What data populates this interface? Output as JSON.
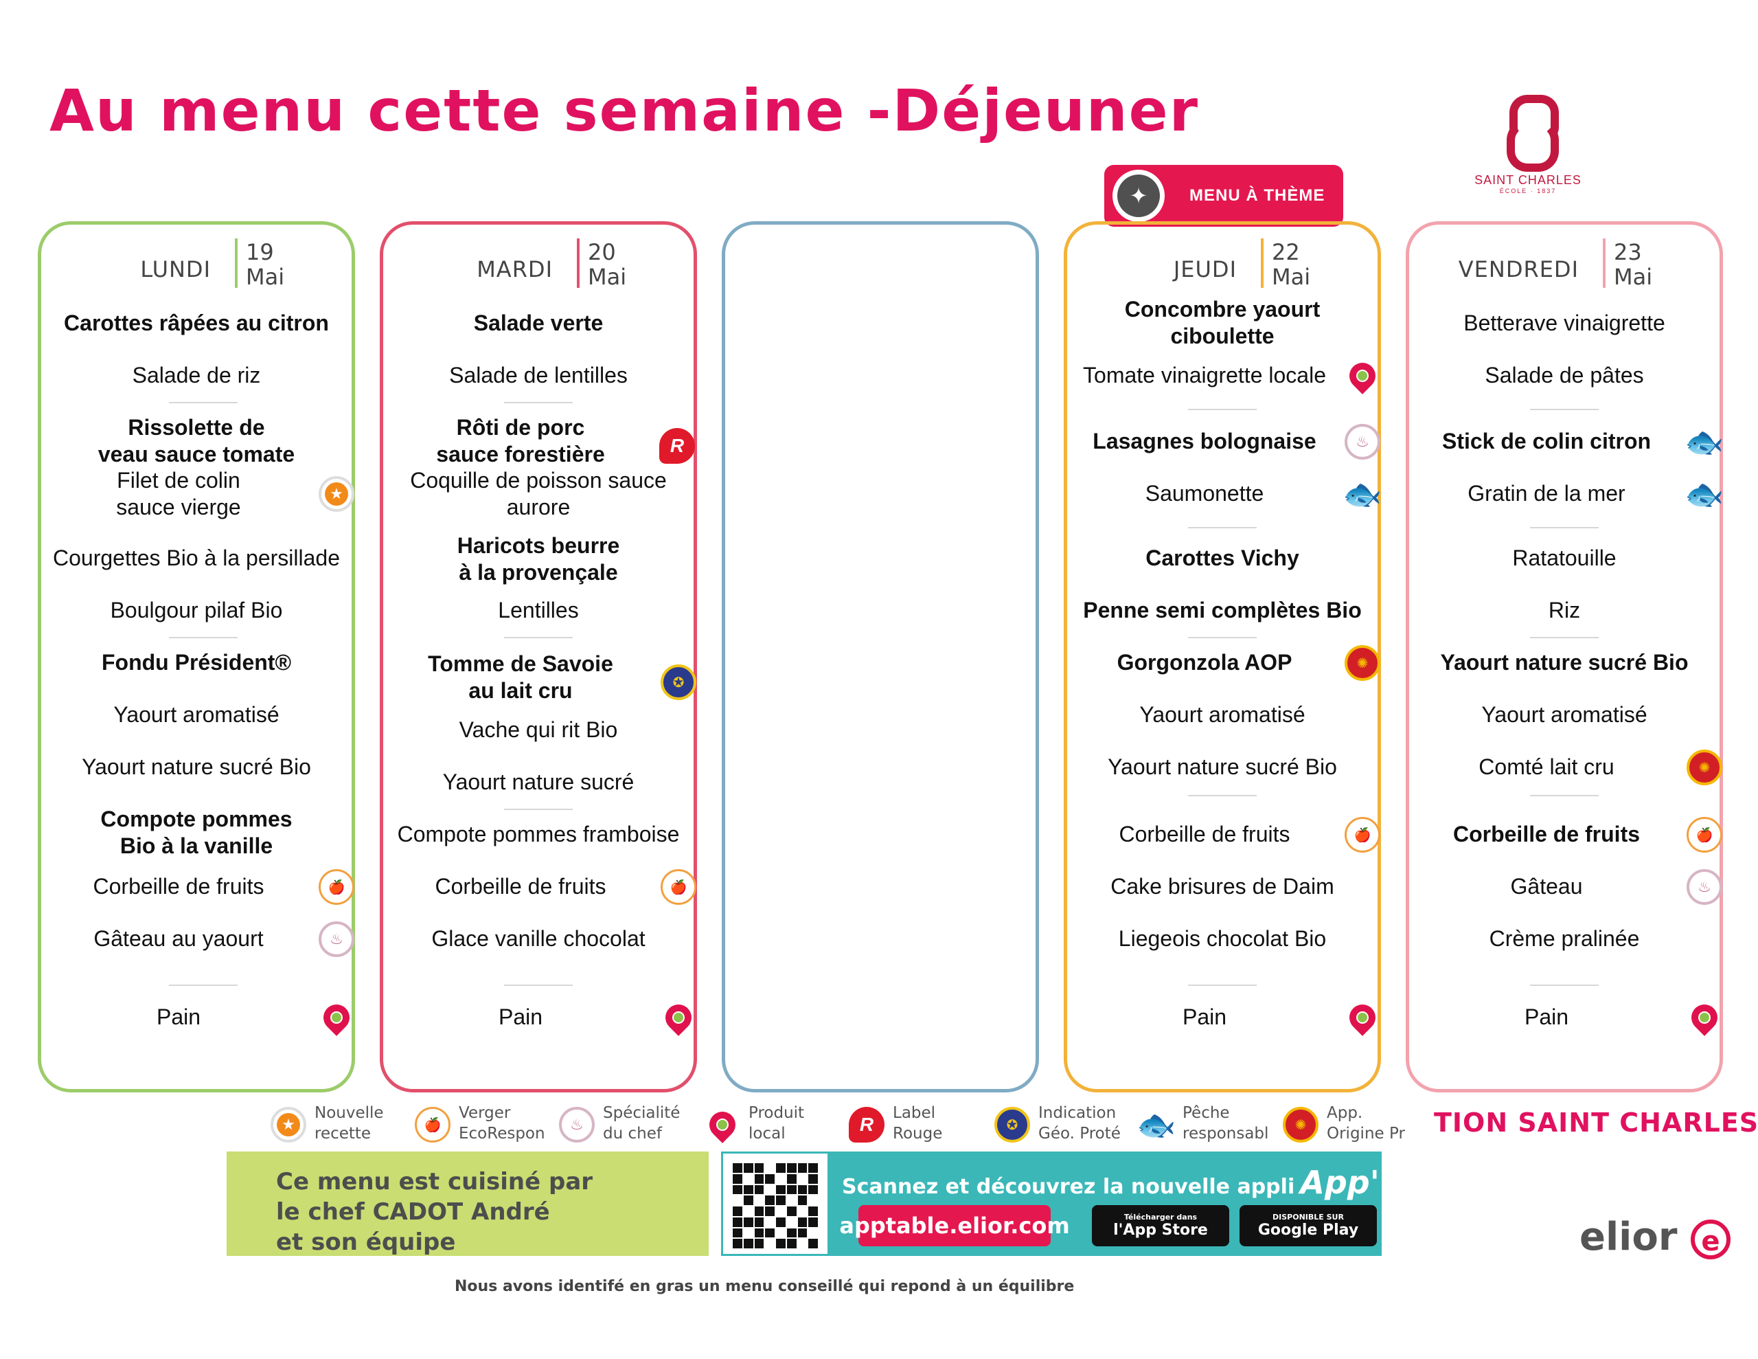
{
  "header": {
    "title": "Au menu cette semaine -Déjeuner",
    "logo_name": "SAINT CHARLES",
    "logo_sub": "ÉCOLE · 1837"
  },
  "theme_banner": {
    "label": "MENU À THÈME",
    "icon": "theme-badge-icon"
  },
  "days": [
    {
      "name": "LUNDI",
      "num": "19",
      "month": "Mai",
      "items": [
        {
          "text": "Carottes râpées au citron",
          "bold": true
        },
        {
          "text": "Salade de riz",
          "bold": false
        },
        {
          "text": "Rissolette de",
          "bold": true
        },
        {
          "text": "veau sauce tomate",
          "bold": true
        },
        {
          "text": "Filet de colin",
          "bold": false
        },
        {
          "text": "sauce vierge",
          "bold": false
        },
        {
          "text": "Courgettes Bio à la persillade",
          "bold": false
        },
        {
          "text": "Boulgour pilaf Bio",
          "bold": false
        },
        {
          "text": "Fondu Président®",
          "bold": true
        },
        {
          "text": "Yaourt aromatisé",
          "bold": false
        },
        {
          "text": "Yaourt nature sucré Bio",
          "bold": false
        },
        {
          "text": "Compote pommes",
          "bold": true
        },
        {
          "text": "Bio à la vanille",
          "bold": true
        },
        {
          "text": "Corbeille de fruits",
          "bold": false
        },
        {
          "text": "Gâteau au yaourt",
          "bold": false
        },
        {
          "text": "Pain",
          "bold": false
        }
      ]
    },
    {
      "name": "MARDI",
      "num": "20",
      "month": "Mai",
      "items": [
        {
          "text": "Salade verte",
          "bold": true
        },
        {
          "text": "Salade de lentilles",
          "bold": false
        },
        {
          "text": "Rôti de porc",
          "bold": true
        },
        {
          "text": "sauce forestière",
          "bold": true
        },
        {
          "text": "Coquille de poisson sauce",
          "bold": false
        },
        {
          "text": "aurore",
          "bold": false
        },
        {
          "text": "Haricots beurre",
          "bold": true
        },
        {
          "text": "à la provençale",
          "bold": true
        },
        {
          "text": "Lentilles",
          "bold": false
        },
        {
          "text": "Tomme de Savoie",
          "bold": true
        },
        {
          "text": "au lait cru",
          "bold": true
        },
        {
          "text": "Vache qui rit Bio",
          "bold": false
        },
        {
          "text": "Yaourt nature sucré",
          "bold": false
        },
        {
          "text": "Compote pommes framboise",
          "bold": false
        },
        {
          "text": "Corbeille de fruits",
          "bold": false
        },
        {
          "text": "Glace vanille chocolat",
          "bold": false
        },
        {
          "text": "Pain",
          "bold": false
        }
      ]
    },
    {
      "name": "JEUDI",
      "num": "22",
      "month": "Mai",
      "items": [
        {
          "text": "Concombre yaourt",
          "bold": true
        },
        {
          "text": "ciboulette",
          "bold": true
        },
        {
          "text": "Tomate vinaigrette locale",
          "bold": false
        },
        {
          "text": "Lasagnes bolognaise",
          "bold": true
        },
        {
          "text": "Saumonette",
          "bold": false
        },
        {
          "text": "Carottes Vichy",
          "bold": true
        },
        {
          "text": "Penne semi complètes Bio",
          "bold": true
        },
        {
          "text": "Gorgonzola AOP",
          "bold": true
        },
        {
          "text": "Yaourt aromatisé",
          "bold": false
        },
        {
          "text": "Yaourt nature sucré Bio",
          "bold": false
        },
        {
          "text": "Corbeille de fruits",
          "bold": false
        },
        {
          "text": "Cake brisures de Daim",
          "bold": false
        },
        {
          "text": "Liegeois chocolat Bio",
          "bold": false
        },
        {
          "text": "Pain",
          "bold": false
        }
      ]
    },
    {
      "name": "VENDREDI",
      "num": "23",
      "month": "Mai",
      "items": [
        {
          "text": "Betterave vinaigrette",
          "bold": false
        },
        {
          "text": "Salade de pâtes",
          "bold": false
        },
        {
          "text": "Stick de colin citron",
          "bold": true
        },
        {
          "text": "Gratin de la mer",
          "bold": false
        },
        {
          "text": "Ratatouille",
          "bold": false
        },
        {
          "text": "Riz",
          "bold": false
        },
        {
          "text": "Yaourt nature sucré Bio",
          "bold": true
        },
        {
          "text": "Yaourt aromatisé",
          "bold": false
        },
        {
          "text": "Comté lait cru",
          "bold": false
        },
        {
          "text": "Corbeille de fruits",
          "bold": true
        },
        {
          "text": "Gâteau",
          "bold": false
        },
        {
          "text": "Crème pralinée",
          "bold": false
        },
        {
          "text": "Pain",
          "bold": false
        }
      ]
    }
  ],
  "legend": [
    {
      "icon": "new-recipe-icon",
      "line1": "Nouvelle",
      "line2": "recette"
    },
    {
      "icon": "verger-icon",
      "line1": "Verger",
      "line2": "EcoRespon"
    },
    {
      "icon": "chef-special-icon",
      "line1": "Spécialité",
      "line2": "du chef"
    },
    {
      "icon": "local-product-icon",
      "line1": "Produit",
      "line2": "local"
    },
    {
      "icon": "label-rouge-icon",
      "line1": "Label",
      "line2": "Rouge"
    },
    {
      "icon": "igp-icon",
      "line1": "Indication",
      "line2": "Géo. Proté"
    },
    {
      "icon": "fishing-icon",
      "line1": "Pêche",
      "line2": "responsabl"
    },
    {
      "icon": "aop-icon",
      "line1": "App.",
      "line2": "Origine Pr"
    }
  ],
  "footer": {
    "establishment": "TION SAINT CHARLES",
    "chef_line1": "Ce menu est cuisiné par",
    "chef_line2": "le chef CADOT André",
    "chef_line3": "et son équipe",
    "app_prompt": "Scannez et découvrez la nouvelle appli",
    "app_brand": "App' Table",
    "app_url": "apptable.elior.com",
    "app_store": "l'App Store",
    "app_store_small": "Télécharger dans",
    "google_play": "Google Play",
    "google_play_small": "DISPONIBLE SUR",
    "note": "Nous avons identifé en gras un menu conseillé qui repond à un équilibre",
    "company": "elior"
  },
  "colors": {
    "title": "#e0125f",
    "lundi": "#9ccc6a",
    "mardi": "#e2506b",
    "empty": "#7fabc4",
    "jeudi": "#f2b23a",
    "vendredi": "#f2a3ad"
  }
}
